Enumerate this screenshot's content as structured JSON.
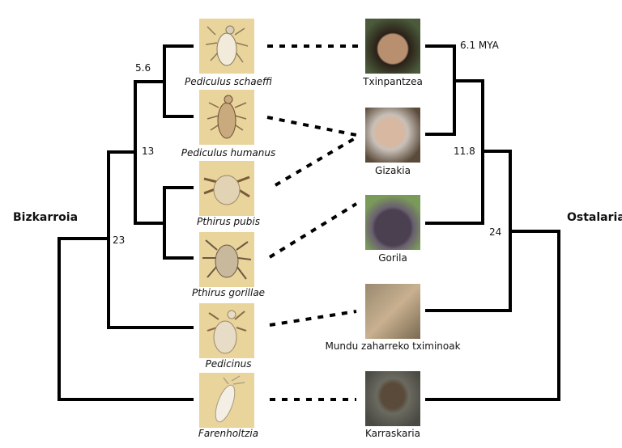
{
  "parasite_group_label": "Bizkarroia",
  "host_group_label": "Ostalaria",
  "parasites": [
    {
      "name": "Pediculus schaeffi",
      "icon": "louse-image"
    },
    {
      "name": "Pediculus humanus",
      "icon": "louse-image"
    },
    {
      "name": "Pthirus pubis",
      "icon": "louse-image"
    },
    {
      "name": "Pthirus gorillae",
      "icon": "louse-image"
    },
    {
      "name": "Pedicinus",
      "icon": "louse-image"
    },
    {
      "name": "Farenholtzia",
      "icon": "louse-image"
    }
  ],
  "hosts": [
    {
      "name": "Txinpantzea",
      "icon": "chimpanzee-image"
    },
    {
      "name": "Gizakia",
      "icon": "human-image"
    },
    {
      "name": "Gorila",
      "icon": "gorilla-image"
    },
    {
      "name": "Mundu zaharreko tximinoak",
      "icon": "monkey-image"
    },
    {
      "name": "Karraskaria",
      "icon": "rodent-image"
    }
  ],
  "parasite_nodes": [
    "5.6",
    "13",
    "23"
  ],
  "host_nodes": [
    "6.1 MYA",
    "11.8",
    "24"
  ],
  "colors": {
    "louse_bg": "#e9d49c",
    "line": "#000000"
  }
}
